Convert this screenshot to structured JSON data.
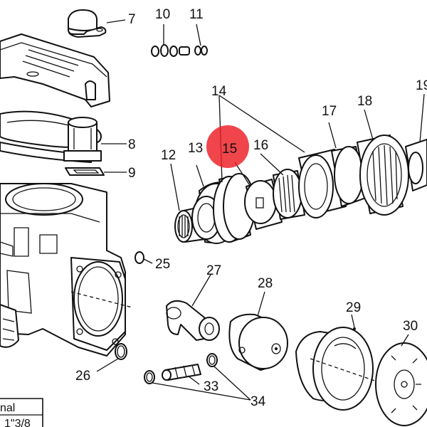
{
  "callouts": {
    "c7": "7",
    "c8": "8",
    "c9": "9",
    "c10": "10",
    "c11": "11",
    "c12": "12",
    "c13": "13",
    "c14": "14",
    "c15": "15",
    "c16": "16",
    "c17": "17",
    "c18": "18",
    "c19": "19",
    "c25": "25",
    "c26": "26",
    "c27": "27",
    "c28": "28",
    "c29": "29",
    "c30": "30",
    "c33": "33",
    "c34": "34"
  },
  "legend_box": {
    "line1": "nal",
    "line2": "1\"3/8"
  },
  "colors": {
    "highlight": "#ee1c24",
    "line": "#111111",
    "background": "#ffffff"
  }
}
